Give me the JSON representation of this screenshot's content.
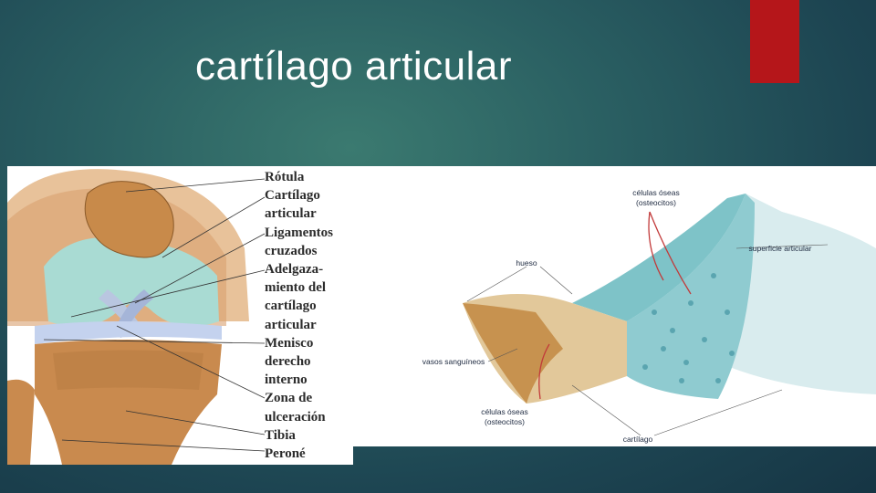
{
  "slide": {
    "title": "cartílago articular",
    "accent_color": "#b5161a"
  },
  "knee_figure": {
    "labels": [
      "Rótula",
      "Cartílago",
      "articular",
      "Ligamentos",
      "cruzados",
      "Adelgaza-",
      "miento del",
      "cartílago",
      "articular",
      "Menisco",
      "derecho",
      "interno",
      "Zona de",
      "ulceración",
      "Tibia",
      "Peroné"
    ]
  },
  "cartilage_figure": {
    "labels": {
      "bone_cells_top_1": "células óseas",
      "bone_cells_top_2": "(osteocitos)",
      "articular_surface": "superficie articular",
      "bone": "hueso",
      "blood_vessels": "vasos sanguíneos",
      "bone_cells_bottom_1": "células óseas",
      "bone_cells_bottom_2": "(osteocitos)",
      "cartilage": "cartílago"
    }
  }
}
